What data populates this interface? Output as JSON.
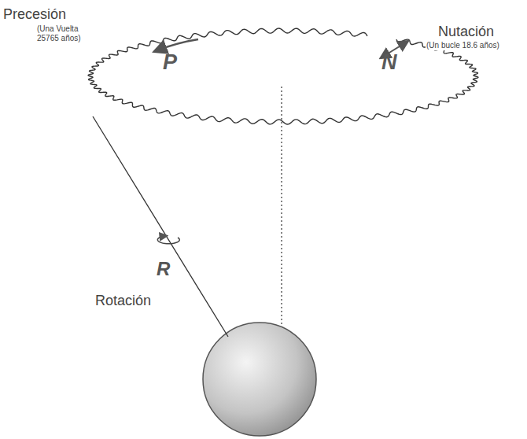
{
  "diagram": {
    "labels": [
      "Precesión",
      "(Una Vuelta 25765 años)",
      "P",
      "Nutación",
      "(Un bucle 18.6 años)",
      "N",
      "R",
      "Rotación"
    ]
  }
}
